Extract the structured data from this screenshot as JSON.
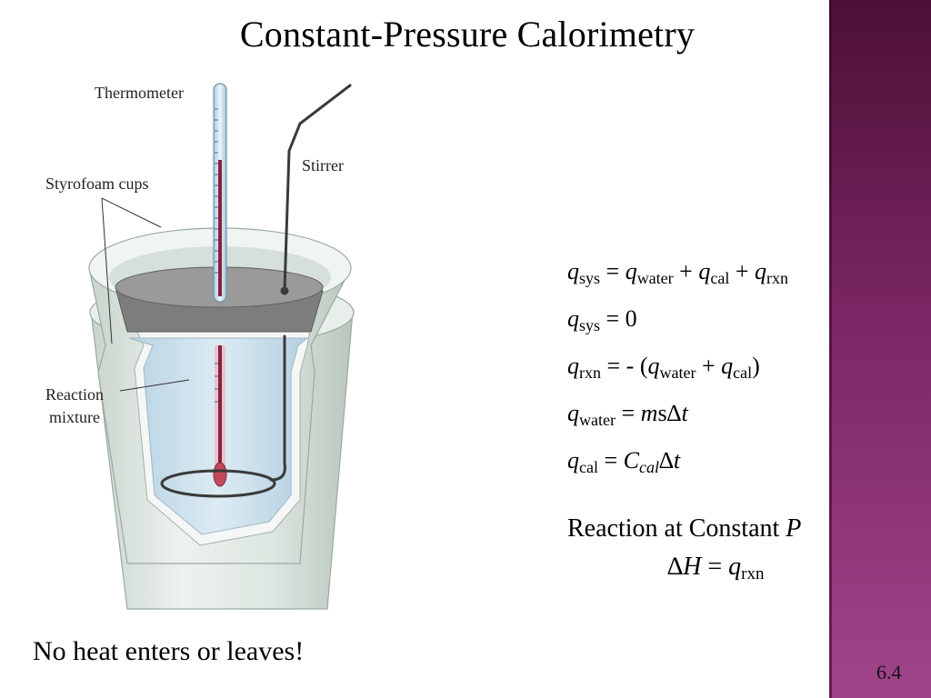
{
  "slide": {
    "title": "Constant-Pressure Calorimetry",
    "caption": "No heat enters or leaves!",
    "slide_number": "6.4"
  },
  "diagram": {
    "labels": {
      "thermometer": "Thermometer",
      "stirrer": "Stirrer",
      "cups": "Styrofoam cups",
      "reaction_line1": "Reaction",
      "reaction_line2": "mixture"
    }
  },
  "equations": [
    {
      "parts": [
        {
          "t": "q",
          "i": true
        },
        {
          "sub": "sys"
        },
        {
          "t": " = "
        },
        {
          "t": "q",
          "i": true
        },
        {
          "sub": "water"
        },
        {
          "t": " + "
        },
        {
          "t": "q",
          "i": true
        },
        {
          "sub": "cal"
        },
        {
          "t": " + "
        },
        {
          "t": "q",
          "i": true
        },
        {
          "sub": "rxn"
        }
      ]
    },
    {
      "parts": [
        {
          "t": "q",
          "i": true
        },
        {
          "sub": "sys"
        },
        {
          "t": " = 0"
        }
      ]
    },
    {
      "parts": [
        {
          "t": "q",
          "i": true
        },
        {
          "sub": "rxn"
        },
        {
          "t": " = - ("
        },
        {
          "t": "q",
          "i": true
        },
        {
          "sub": "water"
        },
        {
          "t": " + "
        },
        {
          "t": "q",
          "i": true
        },
        {
          "sub": "cal"
        },
        {
          "t": ")"
        }
      ]
    },
    {
      "parts": [
        {
          "t": "q",
          "i": true
        },
        {
          "sub": "water"
        },
        {
          "t": " = "
        },
        {
          "t": "m",
          "i": true
        },
        {
          "t": "s∆"
        },
        {
          "t": "t",
          "i": true
        }
      ]
    },
    {
      "parts": [
        {
          "t": "q",
          "i": true
        },
        {
          "sub": "cal"
        },
        {
          "t": " = "
        },
        {
          "t": "C",
          "i": true
        },
        {
          "sub": "cal",
          "i": true
        },
        {
          "t": "∆"
        },
        {
          "t": "t",
          "i": true
        }
      ]
    }
  ],
  "constant_p": {
    "text": "Reaction at Constant ",
    "var": "P"
  },
  "delta_h": {
    "delta": "∆",
    "H": "H",
    "eq": " = ",
    "q": "q",
    "sub": "rxn"
  },
  "colors": {
    "sidebar_top": "#4c1035",
    "sidebar_bottom": "#a0448a",
    "cup": "#dfe8e2",
    "liquid": "#cfe3ee",
    "lid": "#7d7d7d",
    "thermometer_fluid": "#8a2040"
  }
}
